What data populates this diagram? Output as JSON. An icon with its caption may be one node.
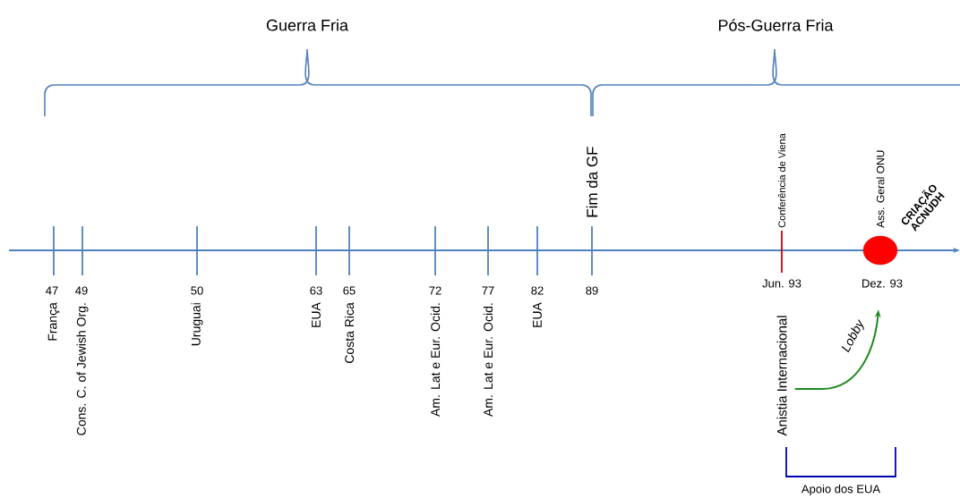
{
  "diagram": {
    "nodes": [
      {
        "text": [
          "Anistia Internacional"
        ]
      },
      {
        "text": [],
        "shape": "circle"
      }
    ],
    "edges": [
      {
        "from": 0,
        "to": 1,
        "arrow": "to",
        "label": "Lobby",
        "color": "#1e8a1e"
      }
    ],
    "labels": [
      "Guerra Fria",
      "Pós-Guerra Fria",
      "Fim da GF",
      "Conferência de Viena",
      "Ass. Geral ONU",
      "CRIAÇÃO ACNUDH",
      "47",
      "49",
      "50",
      "63",
      "65",
      "72",
      "77",
      "82",
      "89",
      "Jun. 93",
      "Dez. 93",
      "França",
      "Cons. C. of Jewish Org.",
      "Uruguai",
      "EUA",
      "Costa Rica",
      "Am. Lat e Eur. Ocid.",
      "Am. Lat e Eur. Ocid.",
      "EUA",
      "Apoio dos EUA"
    ]
  }
}
